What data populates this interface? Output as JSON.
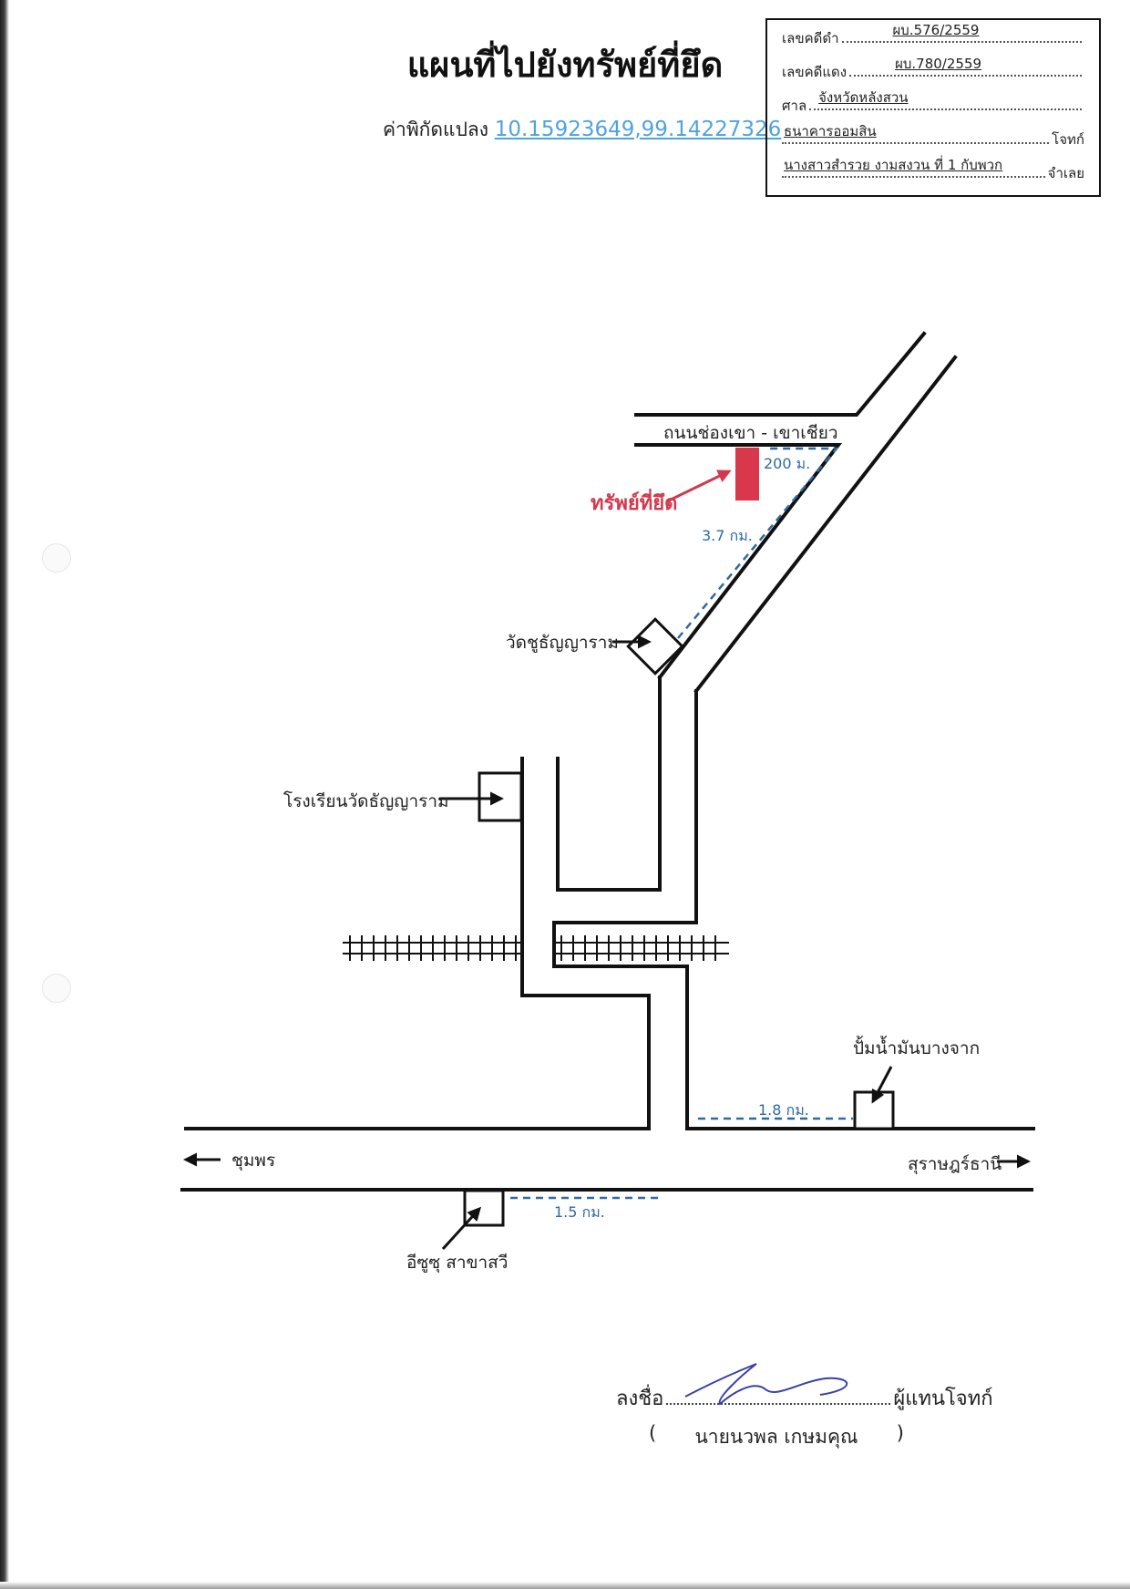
{
  "document": {
    "title": "แผนที่ไปยังทรัพย์ที่ยึด",
    "coordinate": {
      "label": "ค่าพิกัดแปลง",
      "value": "10.15923649,99.14227326",
      "link_color": "#4fa3dd"
    }
  },
  "case_info": {
    "black_case": {
      "label": "เลขคดีดำ",
      "value": "ผบ.576/2559"
    },
    "red_case": {
      "label": "เลขคดีแดง",
      "value": "ผบ.780/2559"
    },
    "court": {
      "label": "ศาล",
      "value": "จังหวัดหลังสวน"
    },
    "plaintiff": {
      "value": "ธนาคารออมสิน",
      "suffix": "โจทก์"
    },
    "defendant": {
      "value": "นางสาวสำรวย งามสงวน ที่ 1 กับพวก",
      "suffix": "จำเลย"
    }
  },
  "map": {
    "road_name": "ถนนช่องเขา - เขาเชียว",
    "seized_property": {
      "label": "ทรัพย์ที่ยึด",
      "color": "#d13a4e"
    },
    "landmarks": {
      "temple": "วัดชูธัญญาราม",
      "school": "โรงเรียนวัดธัญญาราม",
      "gas_station": "ปั้มน้ำมันบางจาก",
      "isuzu": "อีซูซุ สาขาสวี"
    },
    "directions": {
      "left": "ชุมพร",
      "right": "สุราษฎร์ธานี"
    },
    "distances": {
      "to_property": "200 ม.",
      "temple_to_road": "3.7 กม.",
      "gas_station": "1.8 กม.",
      "isuzu": "1.5 กม."
    },
    "distance_color": "#2e6aa3"
  },
  "signature": {
    "prefix": "ลงชื่อ",
    "role": "ผู้แทนโจทก์",
    "open_paren": "(",
    "name": "นายนวพล เกษมคุณ",
    "close_paren": ")"
  }
}
